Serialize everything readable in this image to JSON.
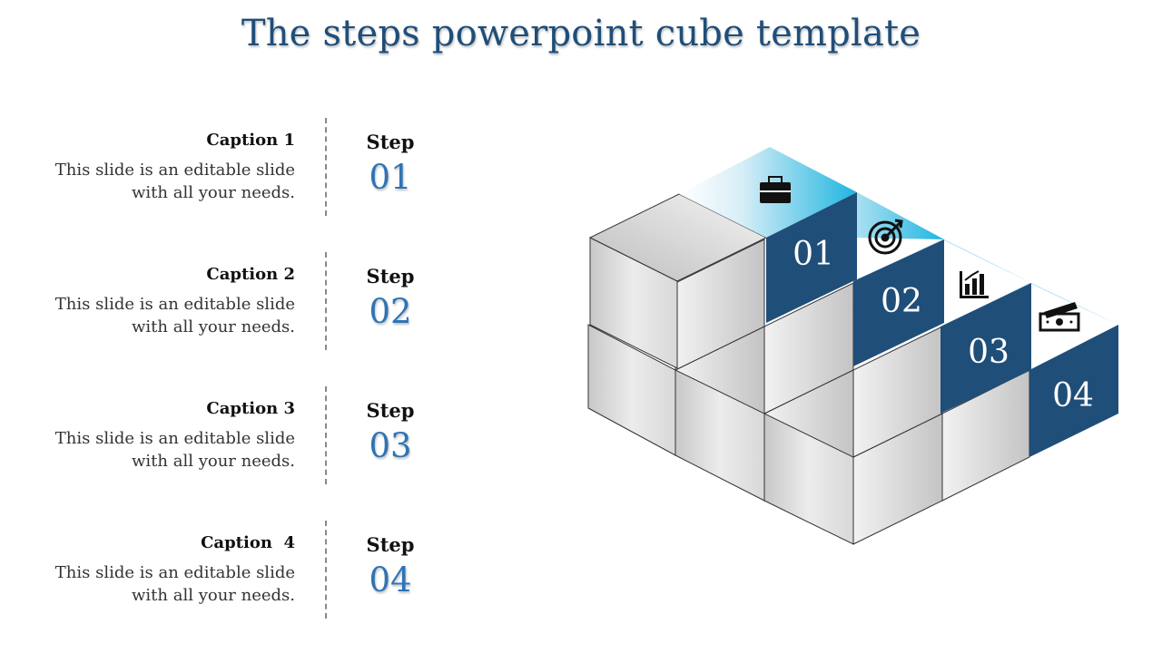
{
  "title": "The steps powerpoint cube template",
  "colors": {
    "title": "#1f4e79",
    "step_number": "#2e74b5",
    "cube_front": "#1f4e79",
    "cube_top_accent": "#1fb5e0"
  },
  "steps": [
    {
      "caption": "Caption 1",
      "text": "This slide is an editable slide with all your needs.",
      "label": "Step",
      "number": "01",
      "icon": "briefcase-icon"
    },
    {
      "caption": "Caption 2",
      "text": "This slide is an editable slide with all your needs.",
      "label": "Step",
      "number": "02",
      "icon": "target-icon"
    },
    {
      "caption": "Caption 3",
      "text": "This slide is an editable slide with all your needs.",
      "label": "Step",
      "number": "03",
      "icon": "bar-chart-icon"
    },
    {
      "caption": "Caption  4",
      "text": "This slide is an editable slide with all your needs.",
      "label": "Step",
      "number": "04",
      "icon": "money-icon"
    }
  ]
}
